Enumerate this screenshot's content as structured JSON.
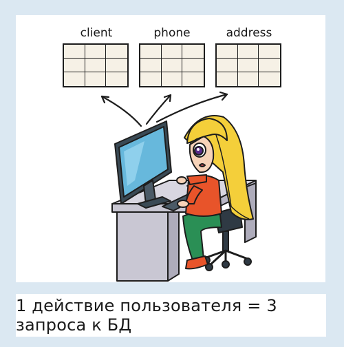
{
  "tables": [
    {
      "label": "client"
    },
    {
      "label": "phone"
    },
    {
      "label": "address"
    }
  ],
  "caption": "1 действие пользователя = 3 запроса к БД",
  "colors": {
    "background": "#dbe8f2",
    "panel": "#ffffff",
    "table_fill": "#f6f1e6",
    "desk": "#c9c7d3",
    "monitor_screen": "#67b8dc",
    "hair": "#f4cf3a",
    "shirt": "#e8542a",
    "pants": "#2a8f55"
  }
}
